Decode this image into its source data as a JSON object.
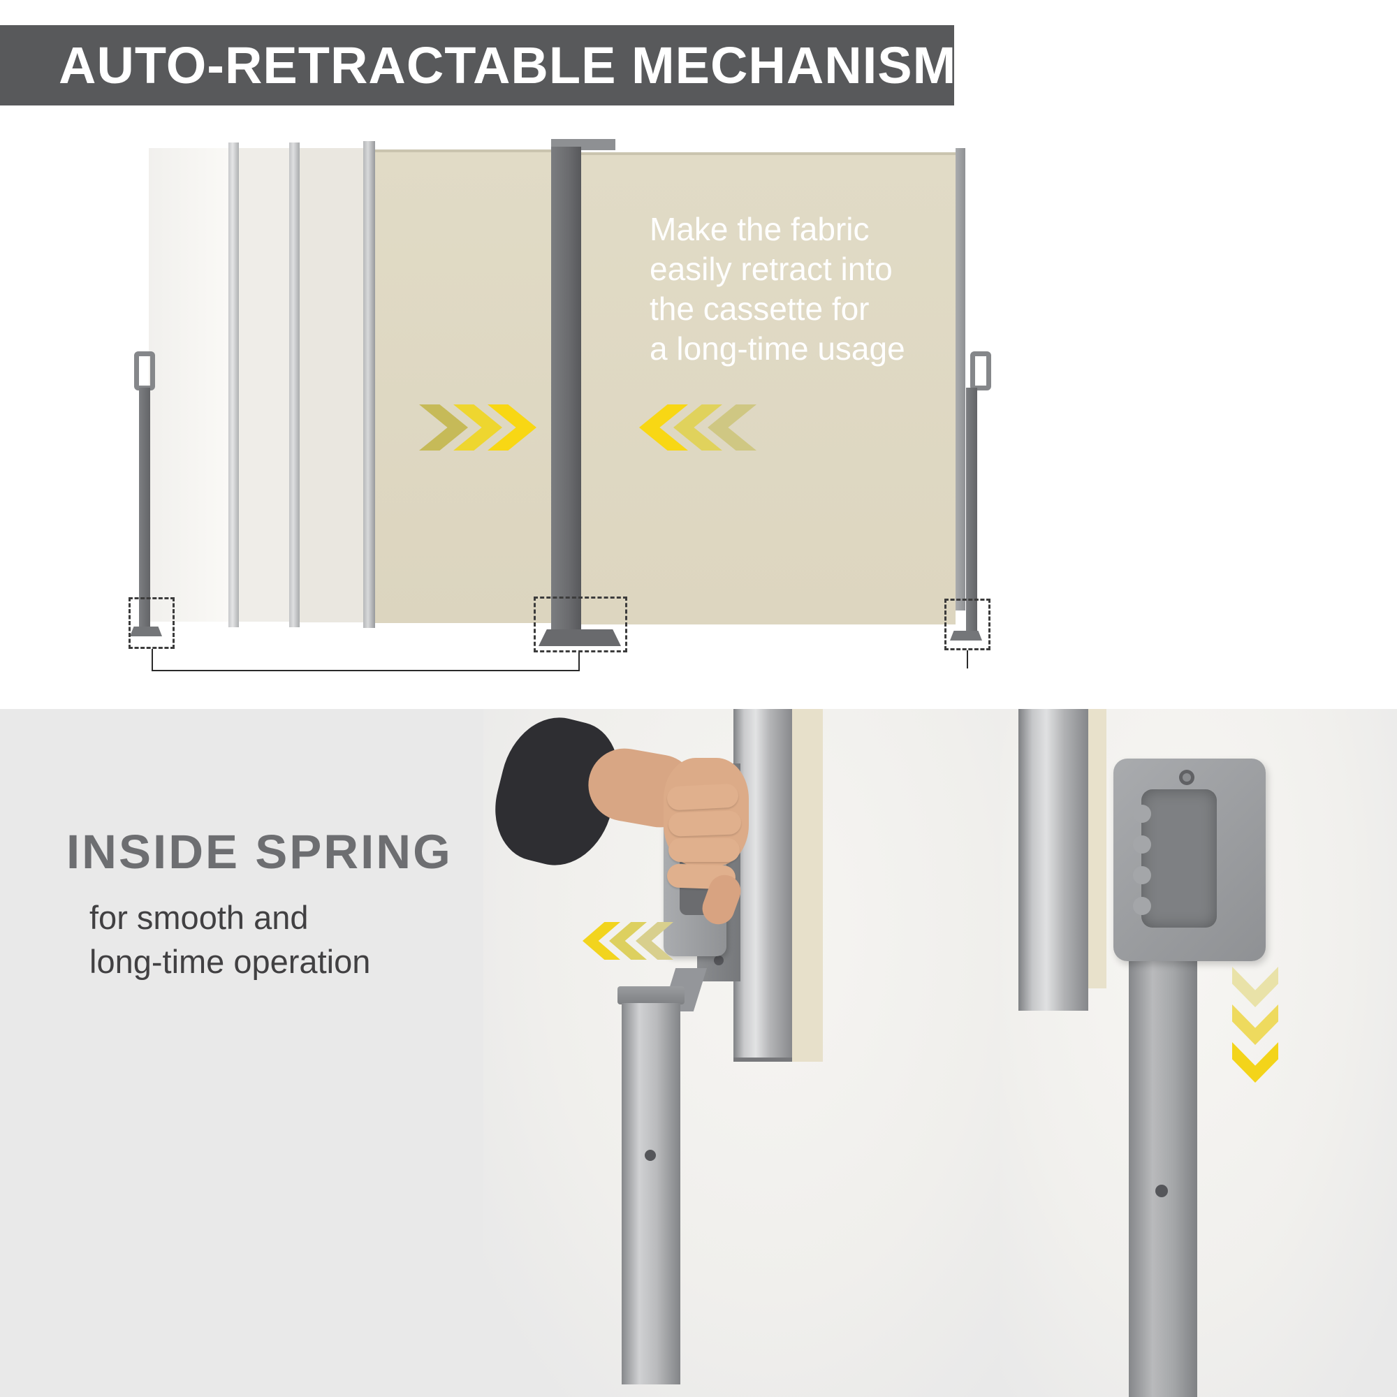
{
  "colors": {
    "banner_bg": "#58595b",
    "section_bg": "#e9e9e9",
    "fabric_beige": "#ddd6c0",
    "accent_yellow": "#f6d714",
    "heading_gray": "#6d6e71",
    "body_text_dark": "#414042",
    "caption_white": "#ffffff"
  },
  "banner": {
    "title": "AUTO-RETRACTABLE MECHANISM"
  },
  "diagram": {
    "caption": {
      "line1": "Make the fabric",
      "line2": "easily retract into",
      "line3": "the cassette for",
      "line4": "a long-time usage"
    }
  },
  "inside_spring": {
    "heading": "INSIDE SPRING",
    "sub_line1": "for smooth and",
    "sub_line2": "long-time operation"
  },
  "arrows": {
    "top_left": {
      "direction": "right",
      "colors": [
        "#c6ba58",
        "#eed62f",
        "#f8d714"
      ]
    },
    "top_right": {
      "direction": "left",
      "colors": [
        "#f8d714",
        "#e0d25c",
        "#cfc783"
      ]
    },
    "mid_photo": {
      "direction": "left",
      "colors": [
        "#f2d41e",
        "#ddd05f",
        "#d8cf8d"
      ]
    },
    "bottom_right": {
      "direction": "down",
      "colors": [
        "#e9e2a8",
        "#eeda5e",
        "#f3d41a"
      ]
    }
  }
}
